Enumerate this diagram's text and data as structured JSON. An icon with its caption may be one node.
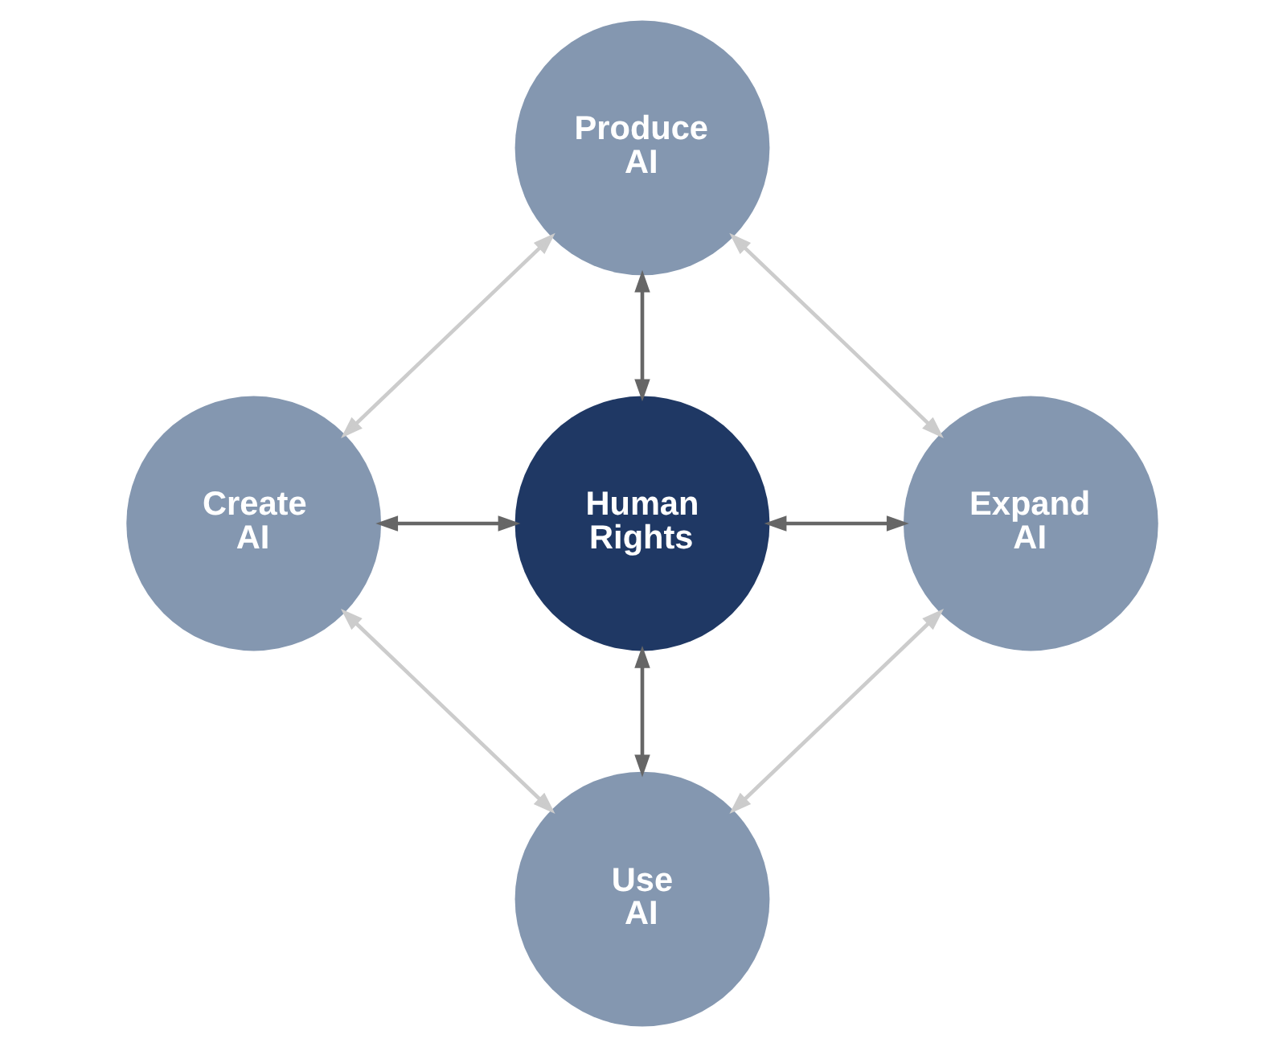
{
  "diagram": {
    "nodes": [
      {
        "text": [
          "Produce AI"
        ]
      },
      {
        "text": [
          "Create AI"
        ]
      },
      {
        "text": [
          "Human Rights"
        ]
      },
      {
        "text": [
          "Expand AI"
        ]
      },
      {
        "text": [
          "Use AI"
        ]
      }
    ],
    "edges": [
      {
        "from": 2,
        "to": 0,
        "arrow": "both"
      },
      {
        "from": 1,
        "to": 2,
        "arrow": "both"
      },
      {
        "from": 2,
        "to": 3,
        "arrow": "both"
      },
      {
        "from": 2,
        "to": 4,
        "arrow": "both"
      },
      {
        "from": 0,
        "to": 1,
        "arrow": "both",
        "color": "#cccccc"
      },
      {
        "from": 0,
        "to": 3,
        "arrow": "both",
        "color": "#cccccc"
      },
      {
        "from": 1,
        "to": 4,
        "arrow": "both",
        "color": "#cccccc"
      },
      {
        "from": 3,
        "to": 4,
        "arrow": "both",
        "color": "#cccccc"
      }
    ]
  }
}
